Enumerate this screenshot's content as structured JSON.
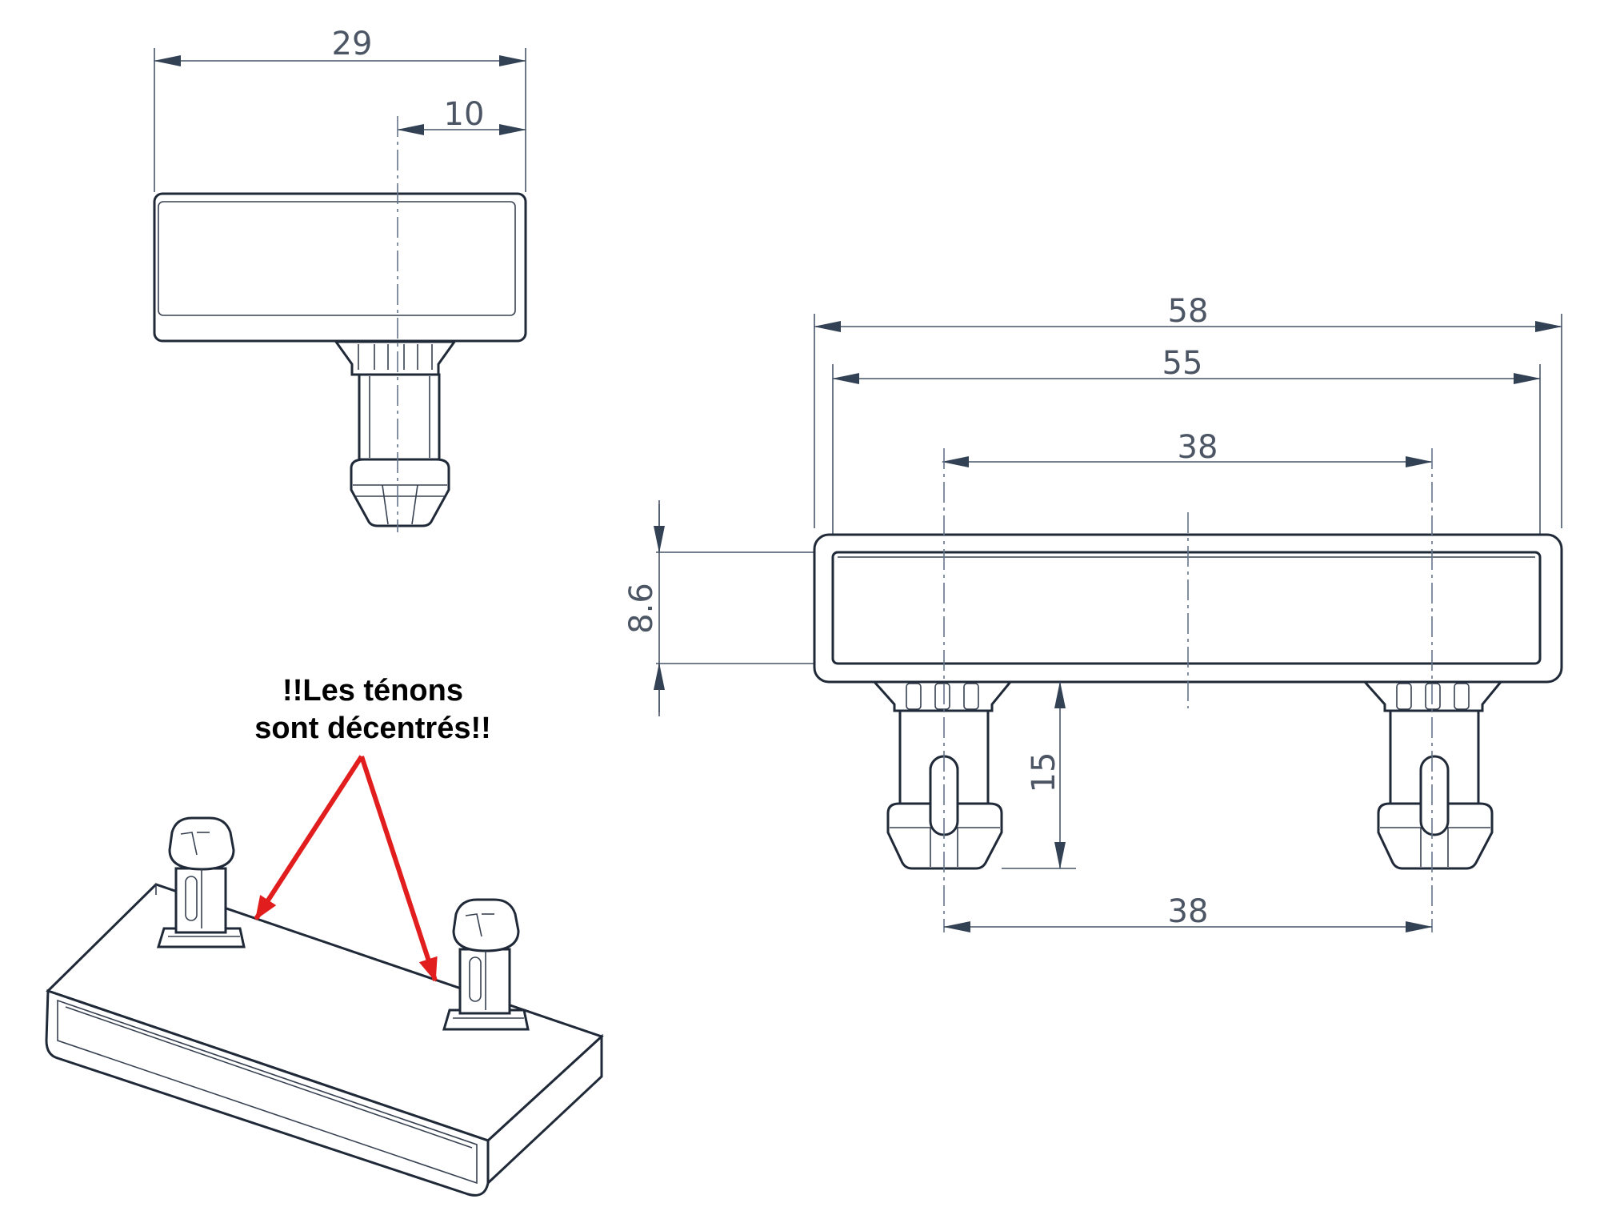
{
  "colors": {
    "line": "#1f2937",
    "dimension": "#475569",
    "dimension_text": "#4b5563",
    "annotation_arrow": "#e11d1d",
    "background": "#ffffff"
  },
  "side_view": {
    "width_dim": "29",
    "offset_dim": "10"
  },
  "front_view": {
    "overall_dim": "58",
    "inner_dim": "55",
    "tenon_spacing_top_dim": "38",
    "height_dim": "8.6",
    "tenon_height_dim": "15",
    "tenon_spacing_bottom_dim": "38"
  },
  "annotation": {
    "line1": "!!Les ténons",
    "line2": "sont décentrés!!"
  }
}
